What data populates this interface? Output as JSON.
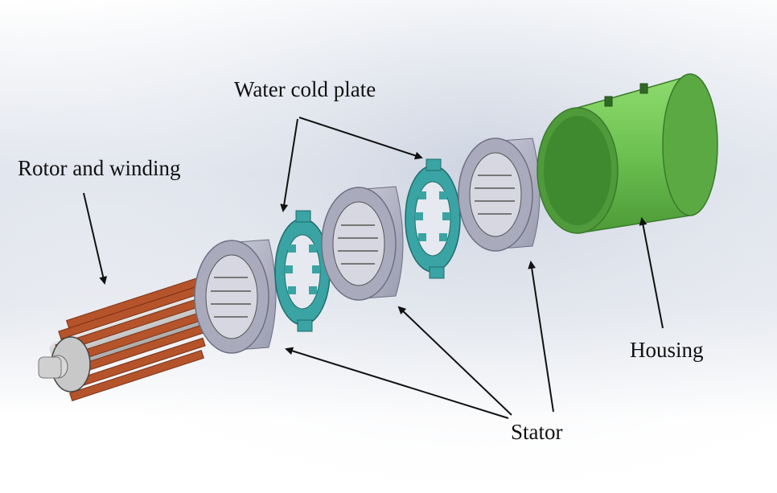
{
  "labels": {
    "rotor": "Rotor and winding",
    "water_cold_plate": "Water cold plate",
    "housing": "Housing",
    "stator": "Stator"
  },
  "colors": {
    "background_top": "#cfd6e2",
    "background_bottom": "#ffffff",
    "stator": "#b2b4c6",
    "cold_plate": "#3aa3a3",
    "housing": "#6cc150",
    "winding": "#b5532b",
    "shaft": "#bcbcbc",
    "arrows": "#111111"
  }
}
